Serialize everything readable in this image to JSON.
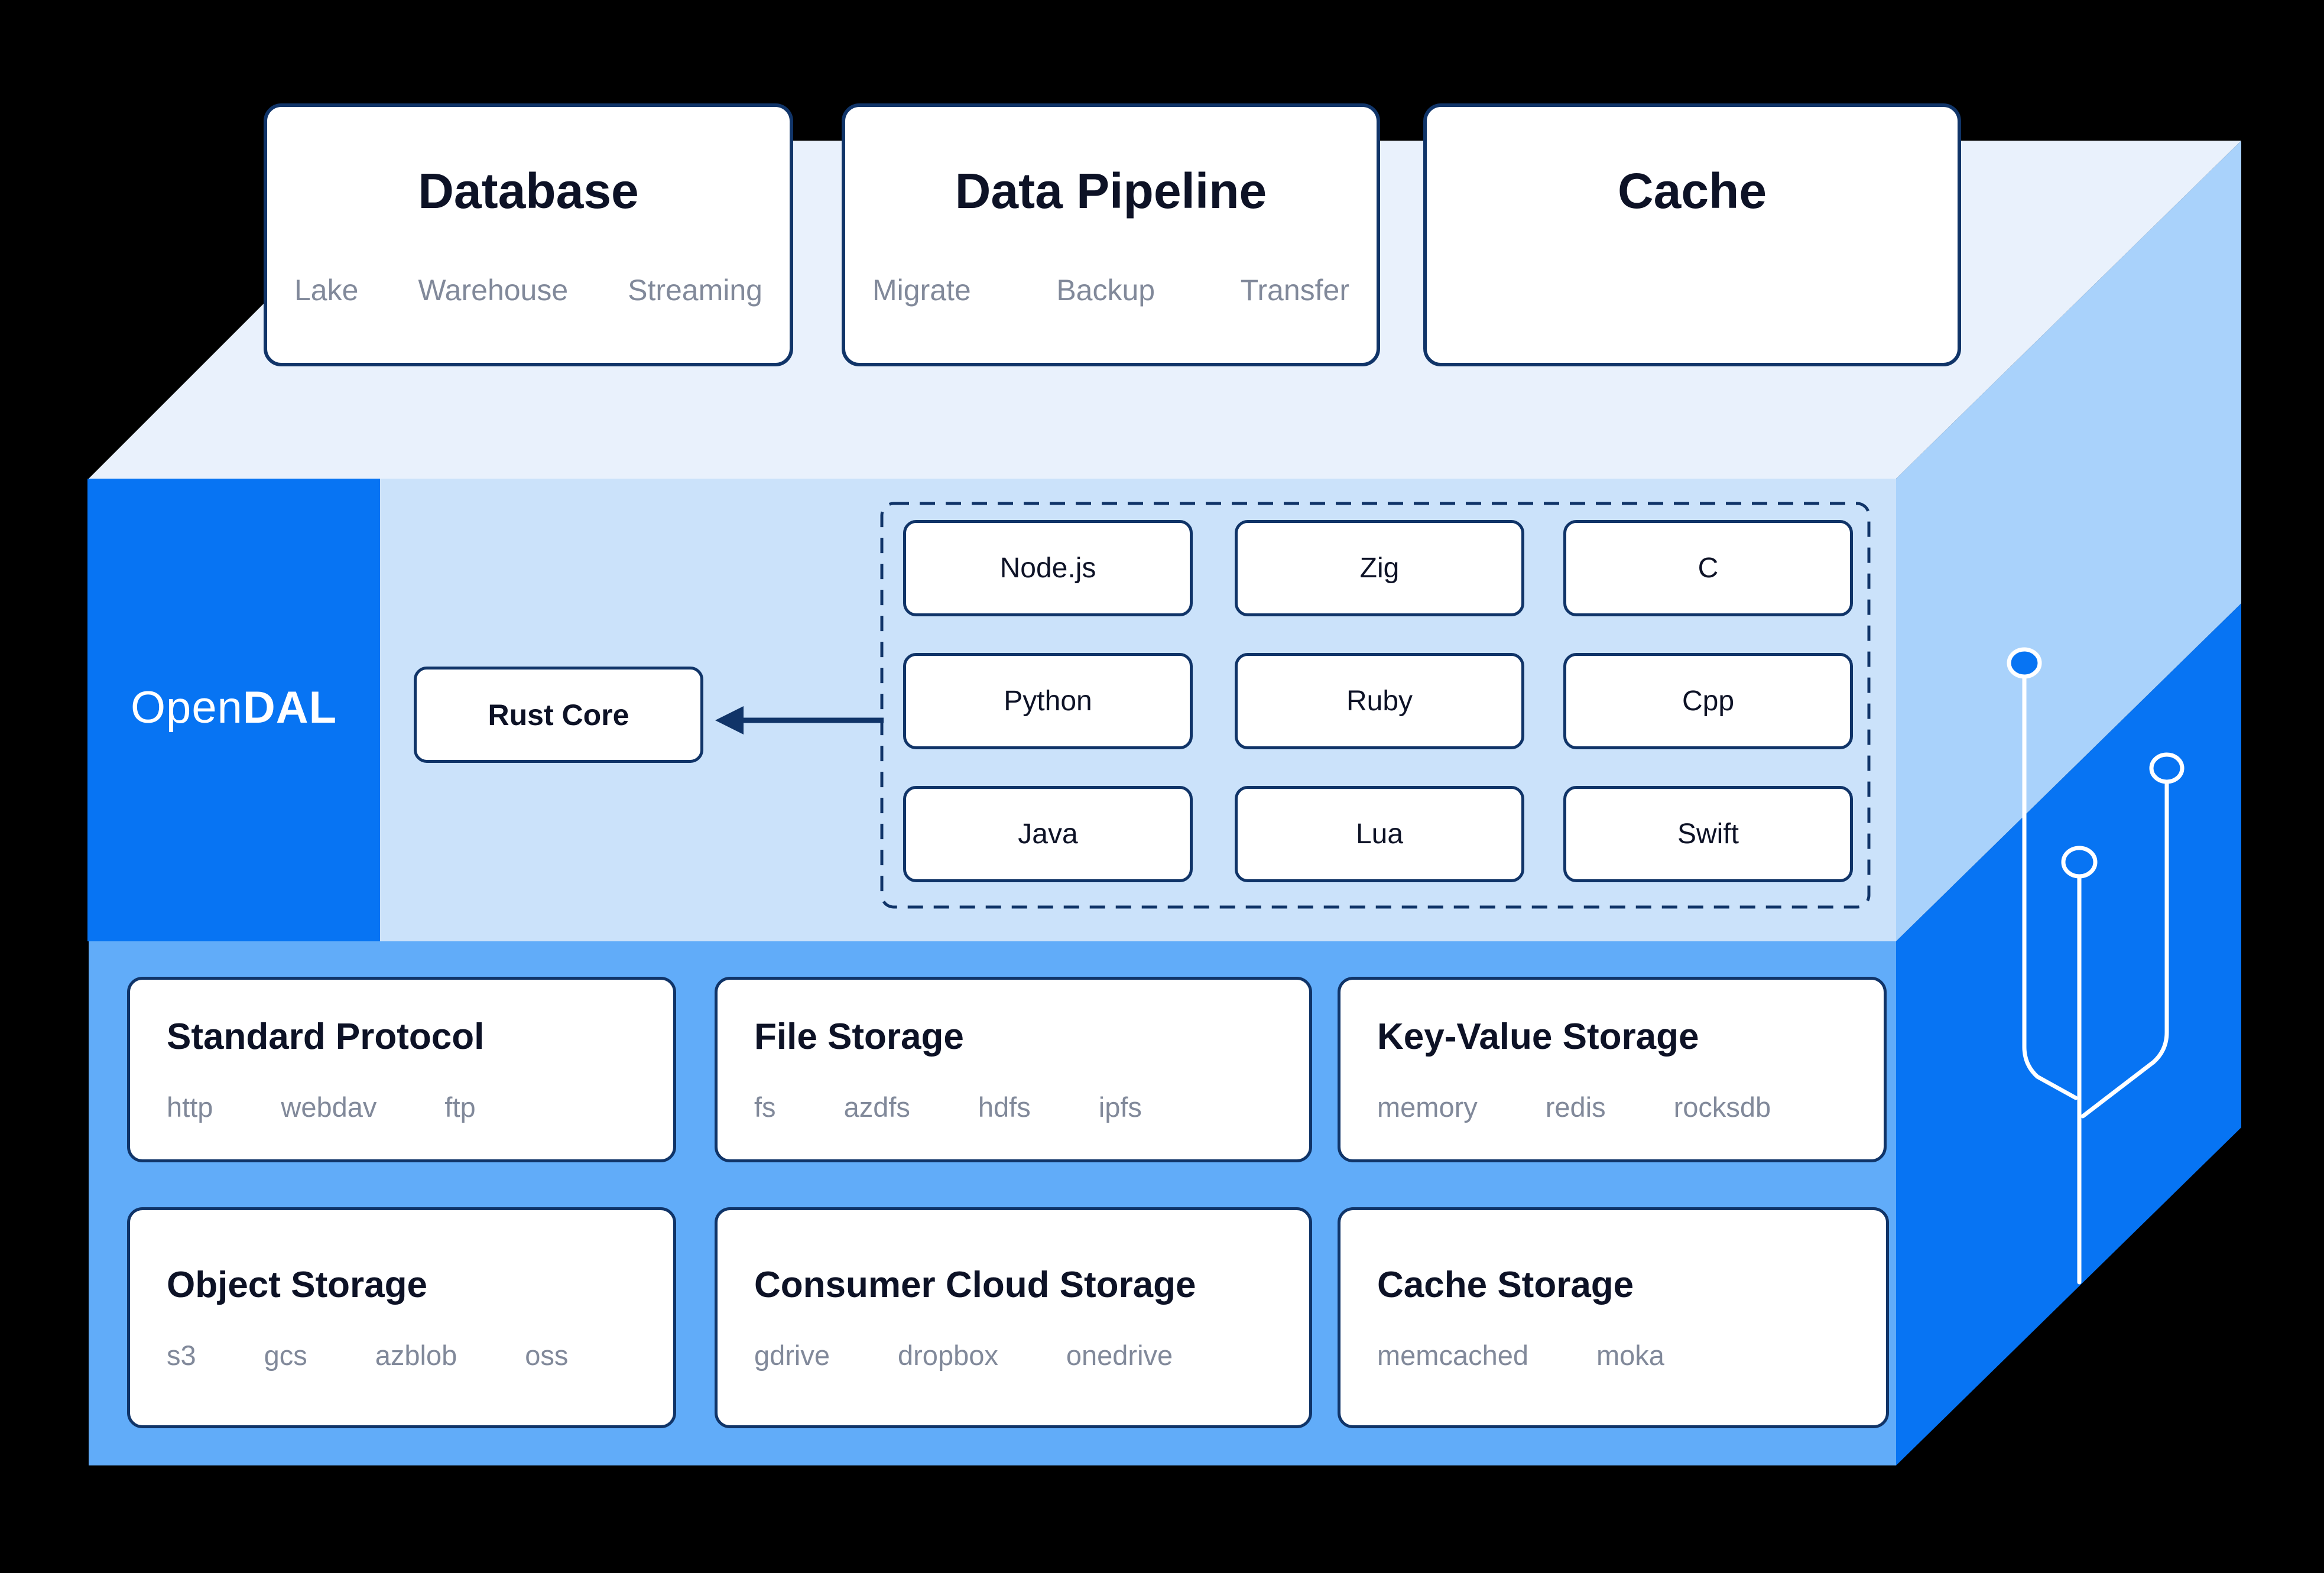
{
  "diagram": {
    "logo": {
      "prefix": "Open",
      "bold": "DAL"
    },
    "top_cards": [
      {
        "title": "Database",
        "items": [
          "Lake",
          "Warehouse",
          "Streaming"
        ]
      },
      {
        "title": "Data Pipeline",
        "items": [
          "Migrate",
          "Backup",
          "Transfer"
        ]
      },
      {
        "title": "Cache",
        "items": []
      }
    ],
    "core": {
      "label": "Rust Core"
    },
    "bindings": [
      "Node.js",
      "Zig",
      "C",
      "Python",
      "Ruby",
      "Cpp",
      "Java",
      "Lua",
      "Swift"
    ],
    "storage_cards": [
      {
        "title": "Standard Protocol",
        "items": [
          "http",
          "webdav",
          "ftp"
        ]
      },
      {
        "title": "File Storage",
        "items": [
          "fs",
          "azdfs",
          "hdfs",
          "ipfs"
        ]
      },
      {
        "title": "Key-Value Storage",
        "items": [
          "memory",
          "redis",
          "rocksdb"
        ]
      },
      {
        "title": "Object Storage",
        "items": [
          "s3",
          "gcs",
          "azblob",
          "oss"
        ]
      },
      {
        "title": "Consumer Cloud Storage",
        "items": [
          "gdrive",
          "dropbox",
          "onedrive"
        ]
      },
      {
        "title": "Cache Storage",
        "items": [
          "memcached",
          "moka"
        ]
      }
    ],
    "colors": {
      "background": "#000000",
      "top_face": "#e9f1fc",
      "middle_band": "#cbe2fa",
      "bottom_band": "#61acf9",
      "side_upper": "#a9d2fb",
      "accent_blue": "#0774f3",
      "border_navy": "#103468",
      "ink": "#0d1226",
      "muted": "#81899a"
    }
  }
}
